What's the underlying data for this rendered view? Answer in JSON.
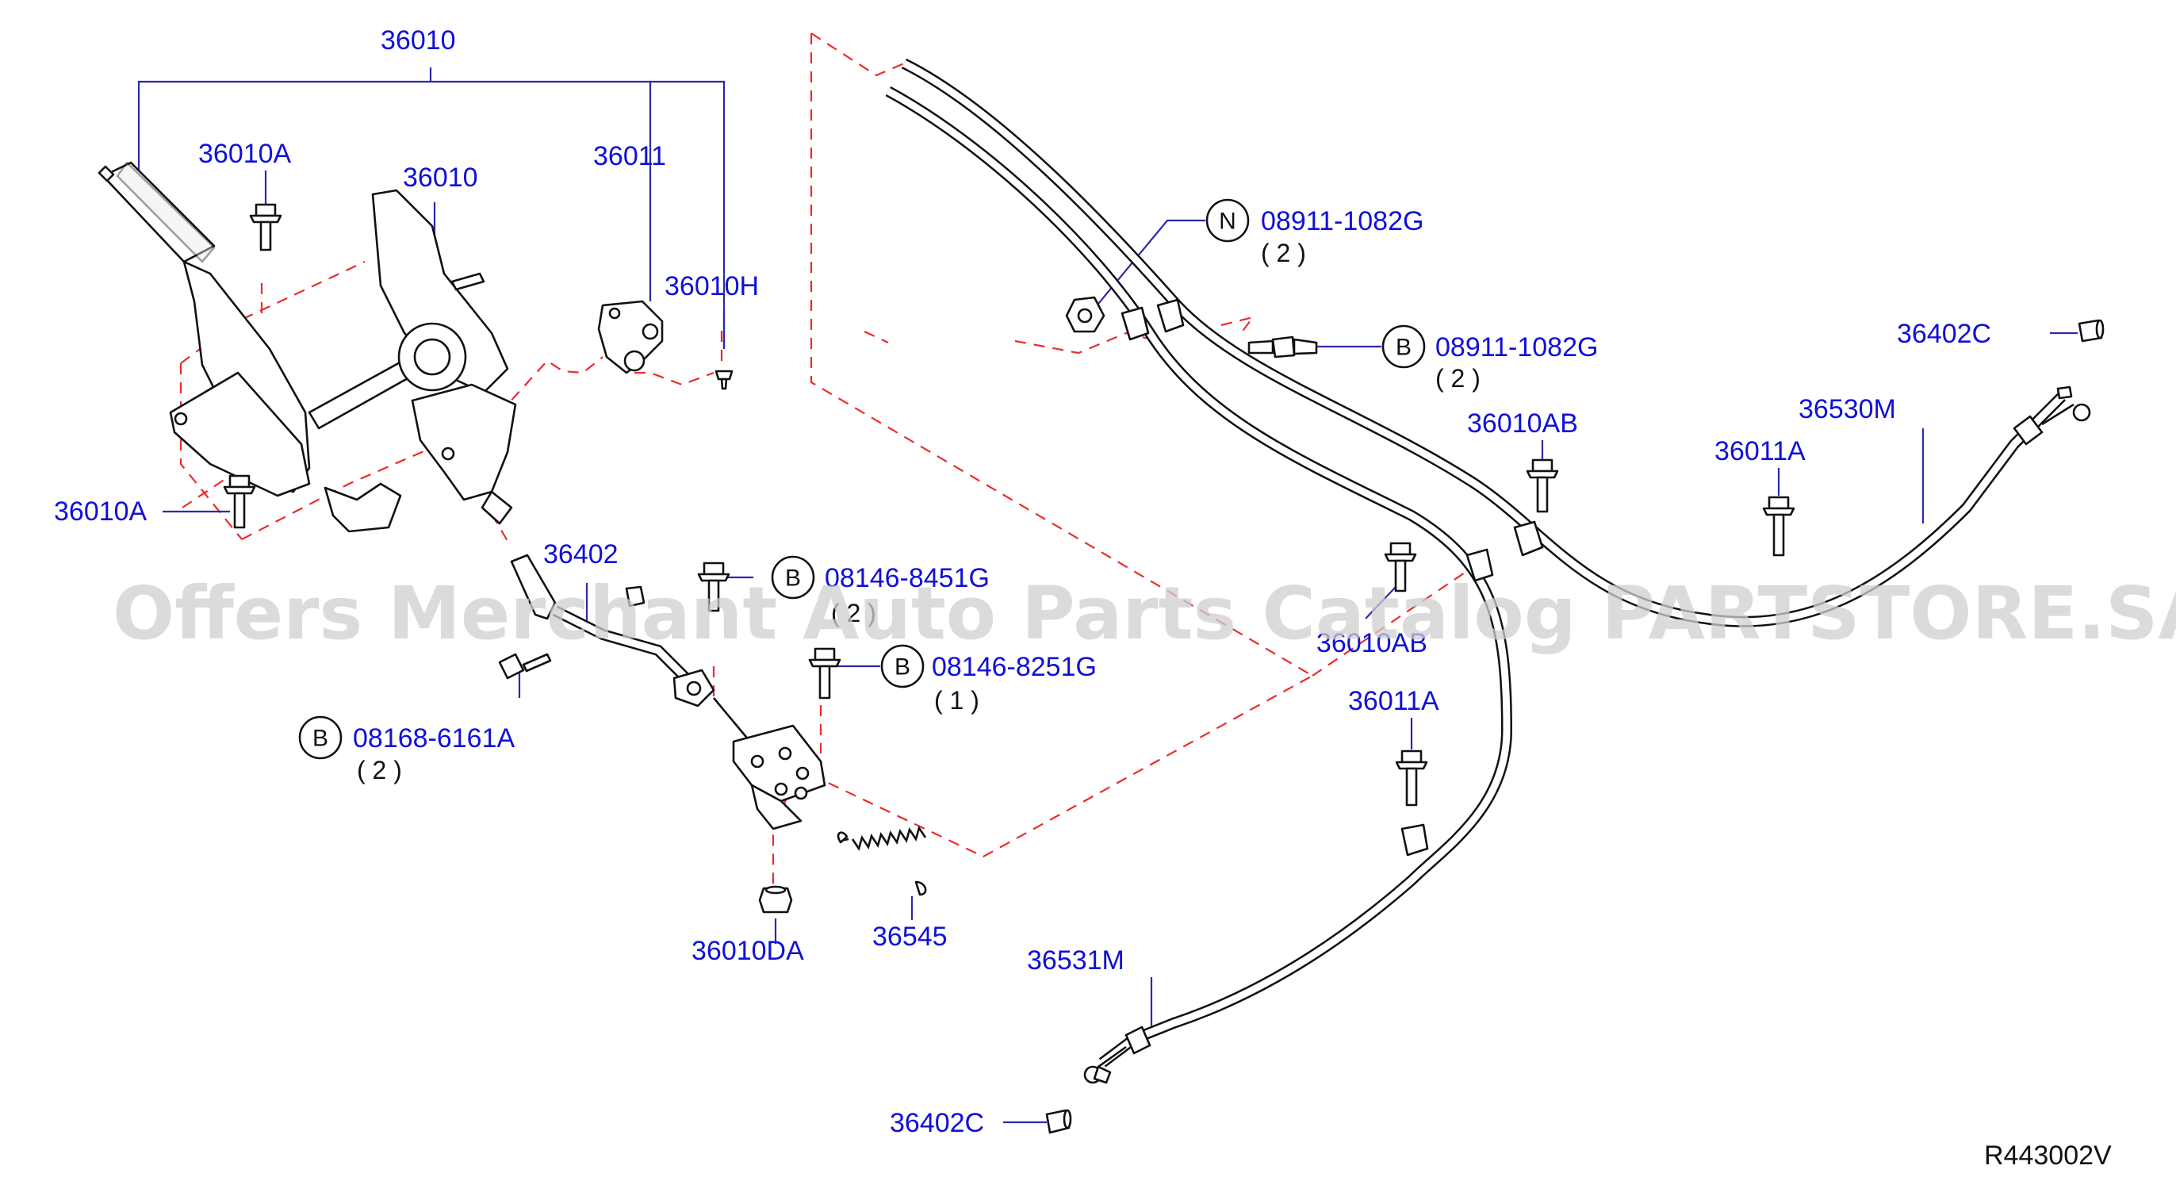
{
  "watermark": "Offers Merchant Auto Parts Catalog PARTSTORE.SA",
  "diagram_ref": "R443002V",
  "labels": {
    "p36010_top": "36010",
    "p36010A_upper": "36010A",
    "p36010_mid": "36010",
    "p36011": "36011",
    "p36010H": "36010H",
    "p36010A_lower": "36010A",
    "p36402": "36402",
    "p08146_8451G": "08146-8451G",
    "p08146_8451G_qty": "( 2 )",
    "p08146_8251G": "08146-8251G",
    "p08146_8251G_qty": "( 1 )",
    "p08168_6161A": "08168-6161A",
    "p08168_6161A_qty": "( 2 )",
    "p36010DA": "36010DA",
    "p36545": "36545",
    "p08911_N": "08911-1082G",
    "p08911_N_qty": "( 2 )",
    "p08911_B": "08911-1082G",
    "p08911_B_qty": "( 2 )",
    "p36402C_right": "36402C",
    "p36530M": "36530M",
    "p36010AB_upper": "36010AB",
    "p36011A_right": "36011A",
    "p36010AB_lower": "36010AB",
    "p36011A_mid": "36011A",
    "p36531M": "36531M",
    "p36402C_bottom": "36402C"
  },
  "circle_letters": {
    "b1": "B",
    "b2": "B",
    "b3": "B",
    "b4": "B",
    "n1": "N"
  },
  "colors": {
    "label_blue": "#1010d8",
    "leader_blue": "#2a2aa8",
    "dash_red": "#ee2a2a",
    "line_black": "#111111"
  }
}
